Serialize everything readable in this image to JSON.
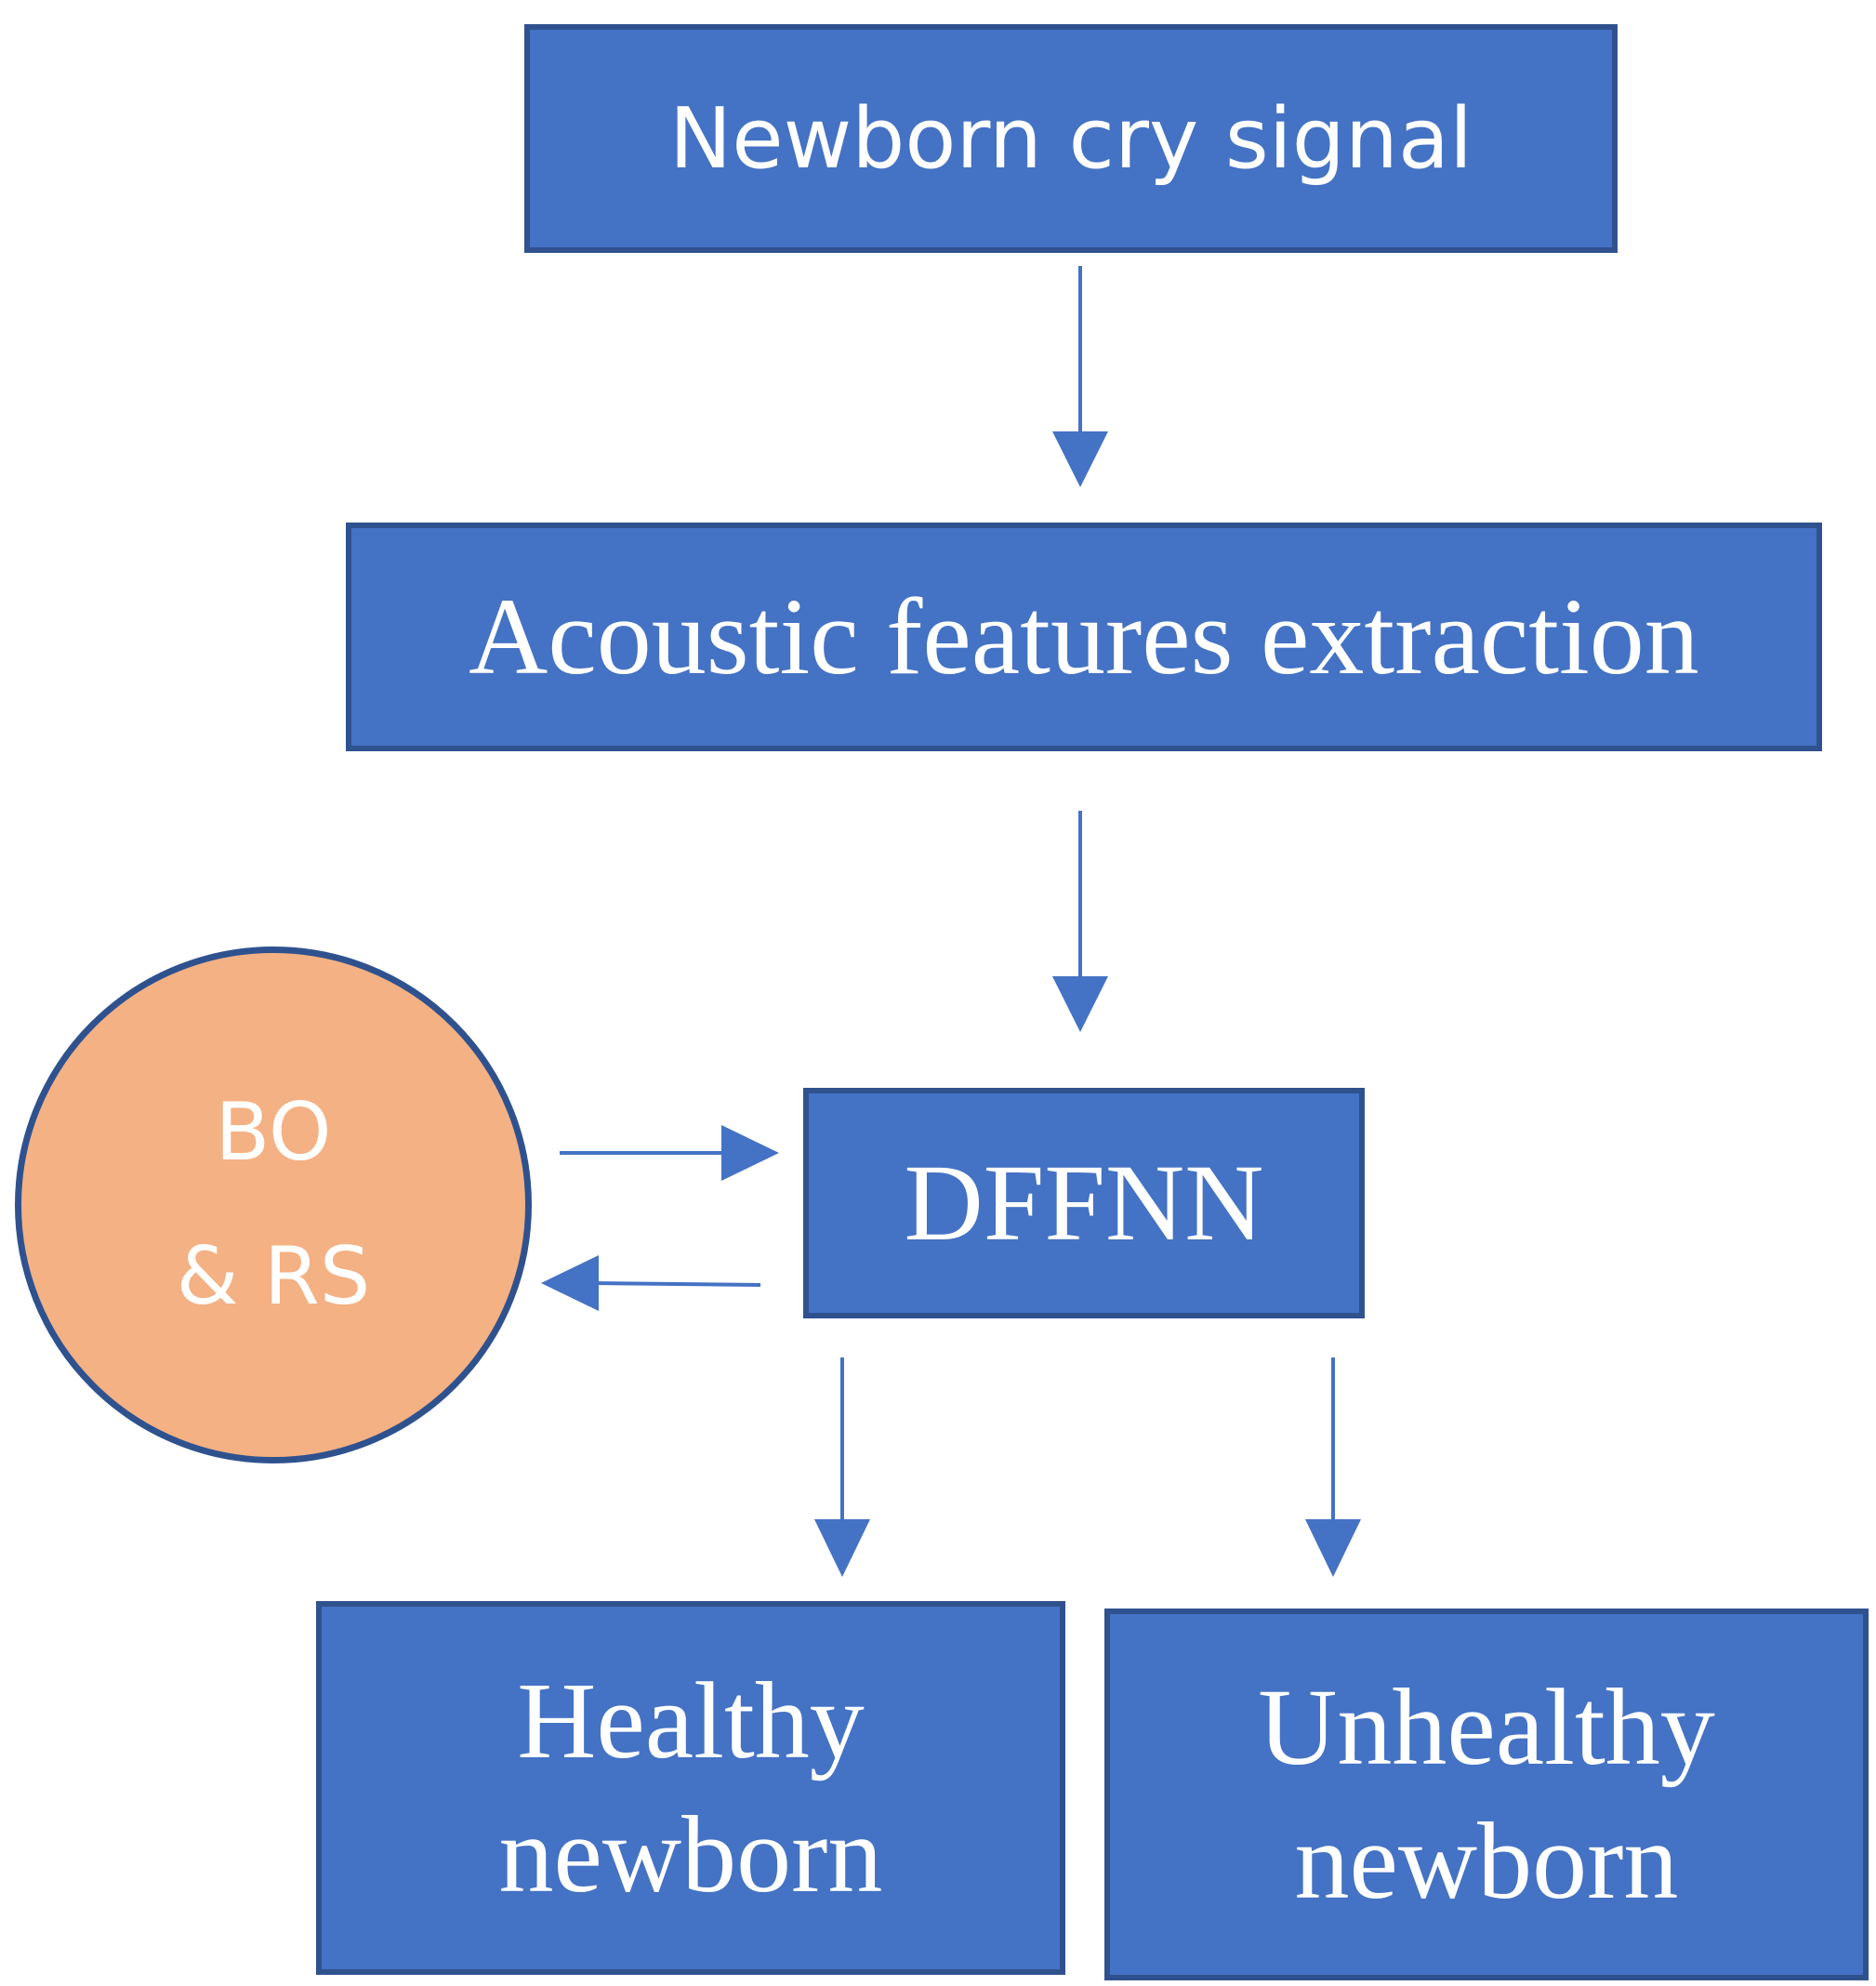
{
  "nodes": {
    "signal": "Newborn cry signal",
    "features": "Acoustic features extraction",
    "dffnn": "DFFNN",
    "optimizer": {
      "line1": "BO",
      "line2": "& RS"
    },
    "healthy": {
      "line1": "Healthy",
      "line2": "newborn"
    },
    "unhealthy": {
      "line1": "Unhealthy",
      "line2": "newborn"
    }
  },
  "colors": {
    "box_fill": "#4472C4",
    "box_border": "#2F528F",
    "circle_fill": "#F4B183",
    "circle_border": "#2F528F",
    "arrow": "#4472C4",
    "text": "#FFFFFF"
  }
}
